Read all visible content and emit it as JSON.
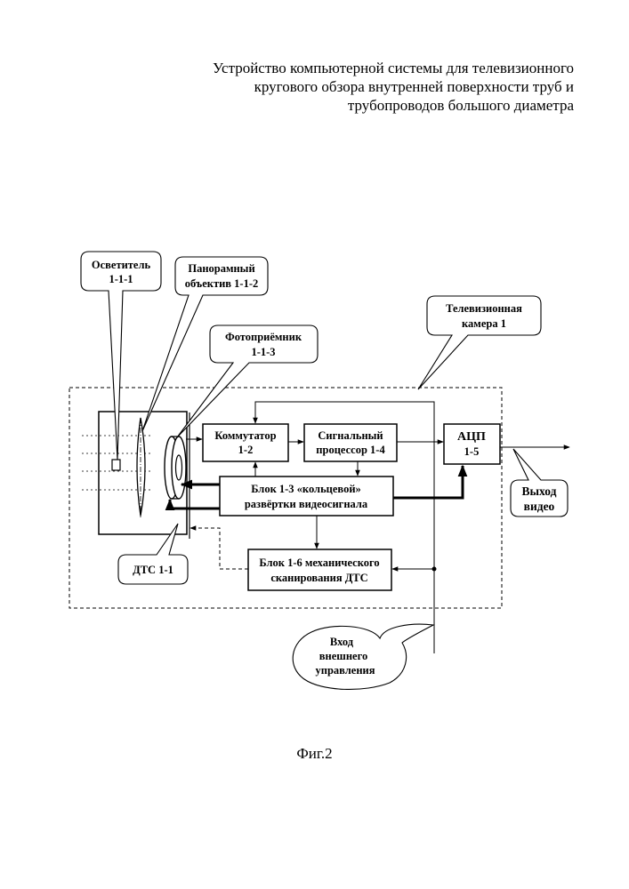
{
  "title": {
    "line1": "Устройство компьютерной системы для телевизионного",
    "line2": "кругового обзора внутренней поверхности труб и",
    "line3": "трубопроводов большого диаметра"
  },
  "callouts": {
    "illuminator": [
      "Осветитель",
      "1-1-1"
    ],
    "lens": [
      "Панорамный",
      "объектив  1-1-2"
    ],
    "photoreceiver": [
      "Фотоприёмник",
      "1-1-3"
    ],
    "tv_camera": [
      "Телевизионная",
      "камера 1"
    ],
    "dts": [
      "ДТС 1-1"
    ],
    "video_out": [
      "Выход",
      "видео"
    ],
    "ext_control": [
      "Вход",
      "внешнего",
      "управления"
    ]
  },
  "blocks": {
    "commutator": [
      "Коммутатор",
      "1-2"
    ],
    "signal_processor": [
      "Сигнальный",
      "процессор 1-4"
    ],
    "adc": [
      "АЦП",
      "1-5"
    ],
    "ring_scan": [
      "Блок  1-3 «кольцевой»",
      "развёртки видеосигнала"
    ],
    "mech_scan": [
      "Блок 1-6 механического",
      "сканирования ДТС"
    ]
  },
  "caption": "Фиг.2"
}
